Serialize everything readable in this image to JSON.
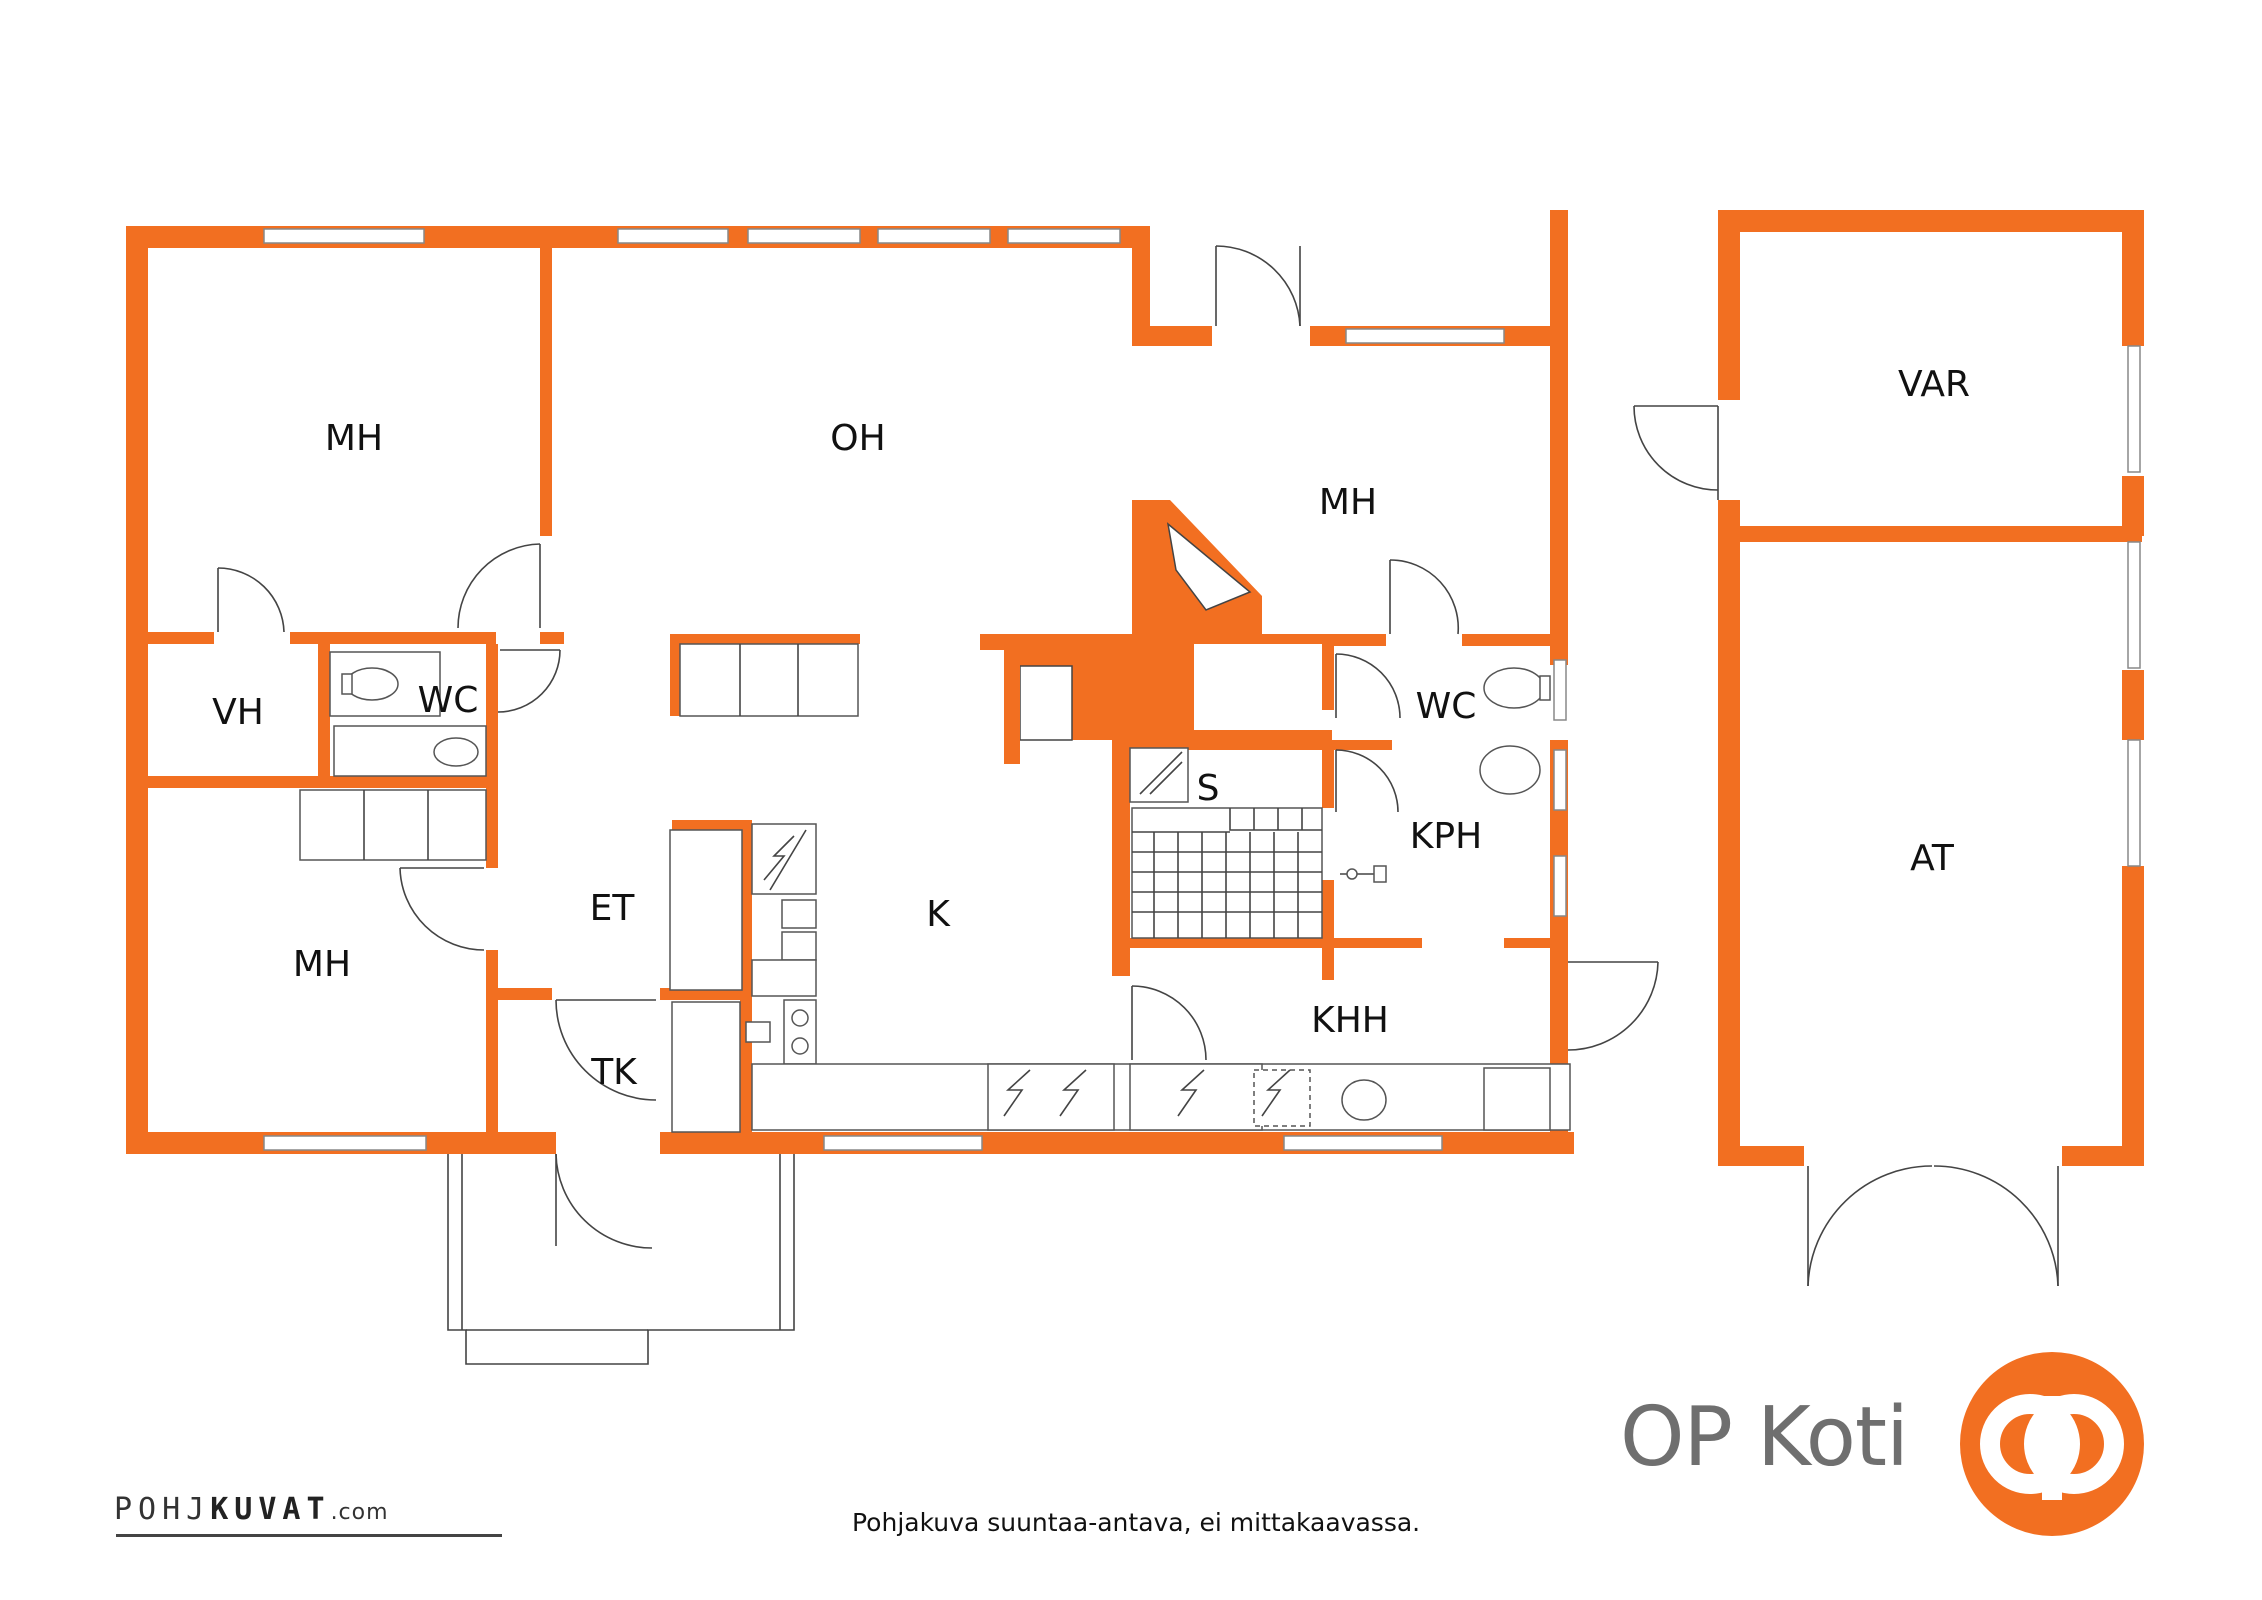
{
  "rooms": {
    "mh_nw": "MH",
    "oh": "OH",
    "mh_ne": "MH",
    "vh": "VH",
    "wc_w": "WC",
    "wc_e": "WC",
    "s": "S",
    "kph": "KPH",
    "et": "ET",
    "k": "K",
    "mh_sw": "MH",
    "tk": "TK",
    "khh": "KHH",
    "var": "VAR",
    "at": "AT"
  },
  "brand": {
    "name": "OP Koti",
    "accent_color": "#F26F21",
    "logo_icon": "op-logo-icon"
  },
  "disclaimer": "Pohjakuva suuntaa-antava, ei mittakaavassa.",
  "credit": {
    "part1": "POHJ",
    "part2": "KUVAT",
    "part3": ".com"
  }
}
